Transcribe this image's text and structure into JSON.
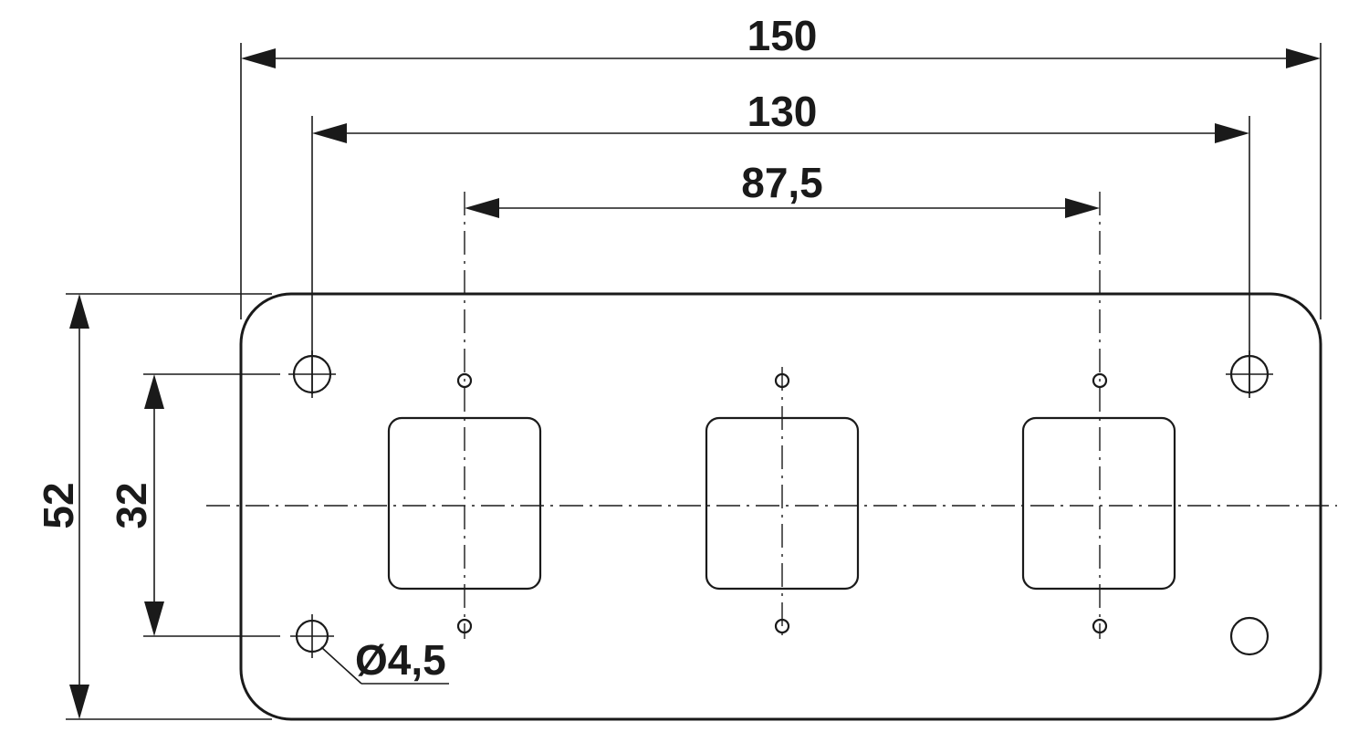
{
  "dimensions": {
    "overall_width": "150",
    "mounting_hole_spacing": "130",
    "cutout_pitch": "87,5",
    "overall_height": "52",
    "mounting_hole_vertical_spacing": "32",
    "hole_diameter": "Ø4,5"
  },
  "colors": {
    "line": "#1a1a1a",
    "background": "#ffffff"
  }
}
